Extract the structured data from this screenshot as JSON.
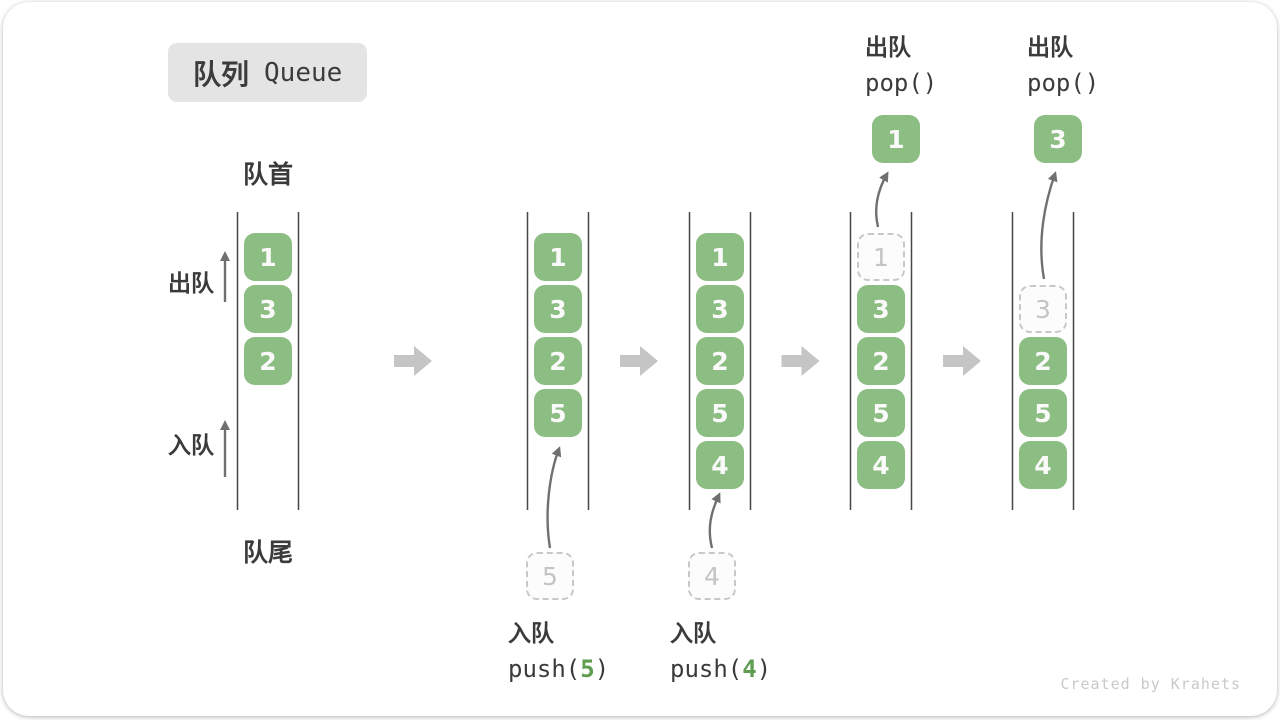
{
  "title": {
    "zh": "队列",
    "en": "Queue"
  },
  "labels": {
    "front": "队首",
    "rear": "队尾",
    "dequeue": "出队",
    "enqueue": "入队"
  },
  "watermark": "Created by Krahets",
  "colors": {
    "block_green": "#8cbd82",
    "block_text": "#fafafa",
    "code_green": "#5f9e50",
    "dark_text": "#3b3b3b",
    "dashed_border": "#c8c8c8",
    "thin_arrow": "#707070",
    "block_arrow": "#c5c5c5",
    "wall": "#474747",
    "badge_bg": "#e4e4e4",
    "watermark_gray": "#c9c9c9"
  },
  "queues": [
    {
      "name": "state-initial",
      "cells": [
        {
          "slot": 0,
          "value": "1",
          "state": "filled"
        },
        {
          "slot": 1,
          "value": "3",
          "state": "filled"
        },
        {
          "slot": 2,
          "value": "2",
          "state": "filled"
        }
      ]
    },
    {
      "name": "state-push-5",
      "cells": [
        {
          "slot": 0,
          "value": "1",
          "state": "filled"
        },
        {
          "slot": 1,
          "value": "3",
          "state": "filled"
        },
        {
          "slot": 2,
          "value": "2",
          "state": "filled"
        },
        {
          "slot": 3,
          "value": "5",
          "state": "filled"
        }
      ],
      "incoming": {
        "value": "5"
      },
      "operation": {
        "zh": "入队",
        "placement": "below",
        "code": [
          {
            "t": "push(",
            "green": false
          },
          {
            "t": "5",
            "green": true
          },
          {
            "t": ")",
            "green": false
          }
        ]
      }
    },
    {
      "name": "state-push-4",
      "cells": [
        {
          "slot": 0,
          "value": "1",
          "state": "filled"
        },
        {
          "slot": 1,
          "value": "3",
          "state": "filled"
        },
        {
          "slot": 2,
          "value": "2",
          "state": "filled"
        },
        {
          "slot": 3,
          "value": "5",
          "state": "filled"
        },
        {
          "slot": 4,
          "value": "4",
          "state": "filled"
        }
      ],
      "incoming": {
        "value": "4"
      },
      "operation": {
        "zh": "入队",
        "placement": "below",
        "code": [
          {
            "t": "push(",
            "green": false
          },
          {
            "t": "4",
            "green": true
          },
          {
            "t": ")",
            "green": false
          }
        ]
      }
    },
    {
      "name": "state-pop-1",
      "cells": [
        {
          "slot": 0,
          "value": "1",
          "state": "dashed"
        },
        {
          "slot": 1,
          "value": "3",
          "state": "filled"
        },
        {
          "slot": 2,
          "value": "2",
          "state": "filled"
        },
        {
          "slot": 3,
          "value": "5",
          "state": "filled"
        },
        {
          "slot": 4,
          "value": "4",
          "state": "filled"
        }
      ],
      "popped": {
        "value": "1"
      },
      "operation": {
        "zh": "出队",
        "placement": "above",
        "code": [
          {
            "t": "pop()",
            "green": false
          }
        ]
      }
    },
    {
      "name": "state-pop-3",
      "cells": [
        {
          "slot": 1,
          "value": "3",
          "state": "dashed"
        },
        {
          "slot": 2,
          "value": "2",
          "state": "filled"
        },
        {
          "slot": 3,
          "value": "5",
          "state": "filled"
        },
        {
          "slot": 4,
          "value": "4",
          "state": "filled"
        }
      ],
      "popped": {
        "value": "3"
      },
      "operation": {
        "zh": "出队",
        "placement": "above",
        "code": [
          {
            "t": "pop()",
            "green": false
          }
        ]
      }
    }
  ]
}
